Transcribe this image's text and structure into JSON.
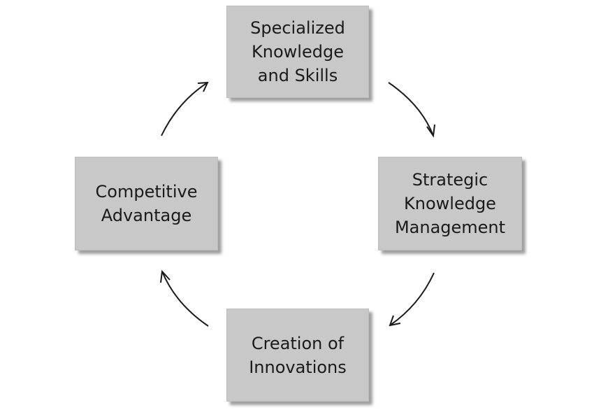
{
  "nodes": {
    "top": {
      "label": "Specialized\nKnowledge\nand Skills"
    },
    "right": {
      "label": "Strategic\nKnowledge\nManagement"
    },
    "bottom": {
      "label": "Creation of\nInnovations"
    },
    "left": {
      "label": "Competitive\nAdvantage"
    }
  },
  "colors": {
    "box_fill": "#c8c8c8",
    "text": "#1a1a1a",
    "arrow": "#1a1a1a",
    "background": "#ffffff"
  }
}
